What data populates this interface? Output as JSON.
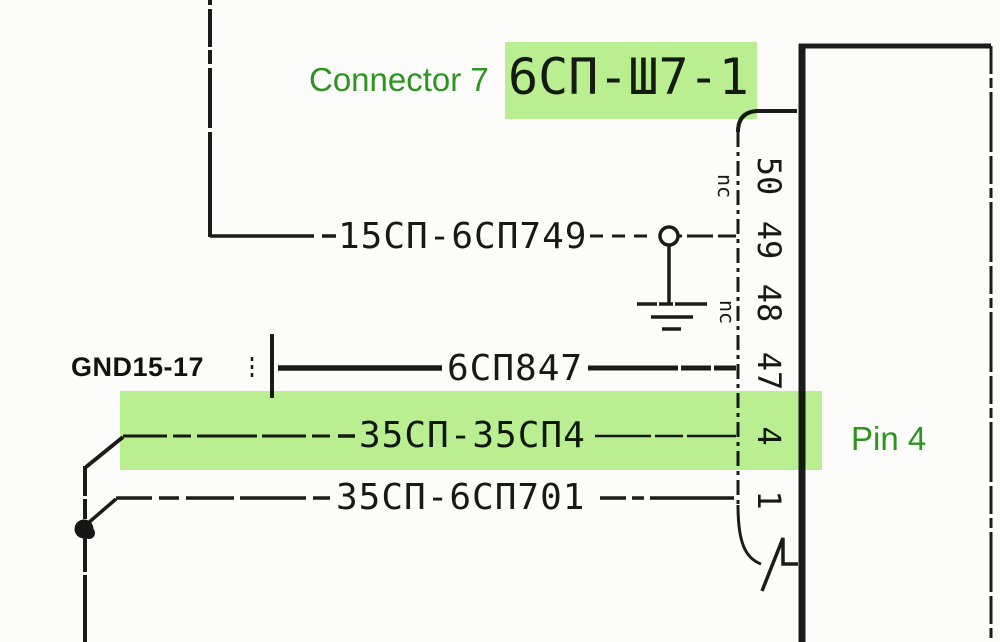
{
  "diagram_type": "scanned-wiring-schematic",
  "connector": {
    "designation": "6СП-Ш7-1",
    "pins": [
      "50",
      "49",
      "48",
      "47",
      "4",
      "1"
    ],
    "nc_labels": [
      "nc",
      "nc"
    ]
  },
  "wires": [
    {
      "label": "15СП-6СП749",
      "connects_to_pin": "49"
    },
    {
      "label": "6СП847",
      "connects_to_pin": "47"
    },
    {
      "label": "35СП-35СП4",
      "connects_to_pin": "4"
    },
    {
      "label": "35СП-6СП701",
      "connects_to_pin": "1"
    }
  ],
  "ground": {
    "label": "GND15-17"
  },
  "annotations": {
    "connector_callout": "Connector 7",
    "pin_callout": "Pin 4",
    "annotation_color": "#2e9420",
    "highlight_color": "#96eb5a"
  }
}
